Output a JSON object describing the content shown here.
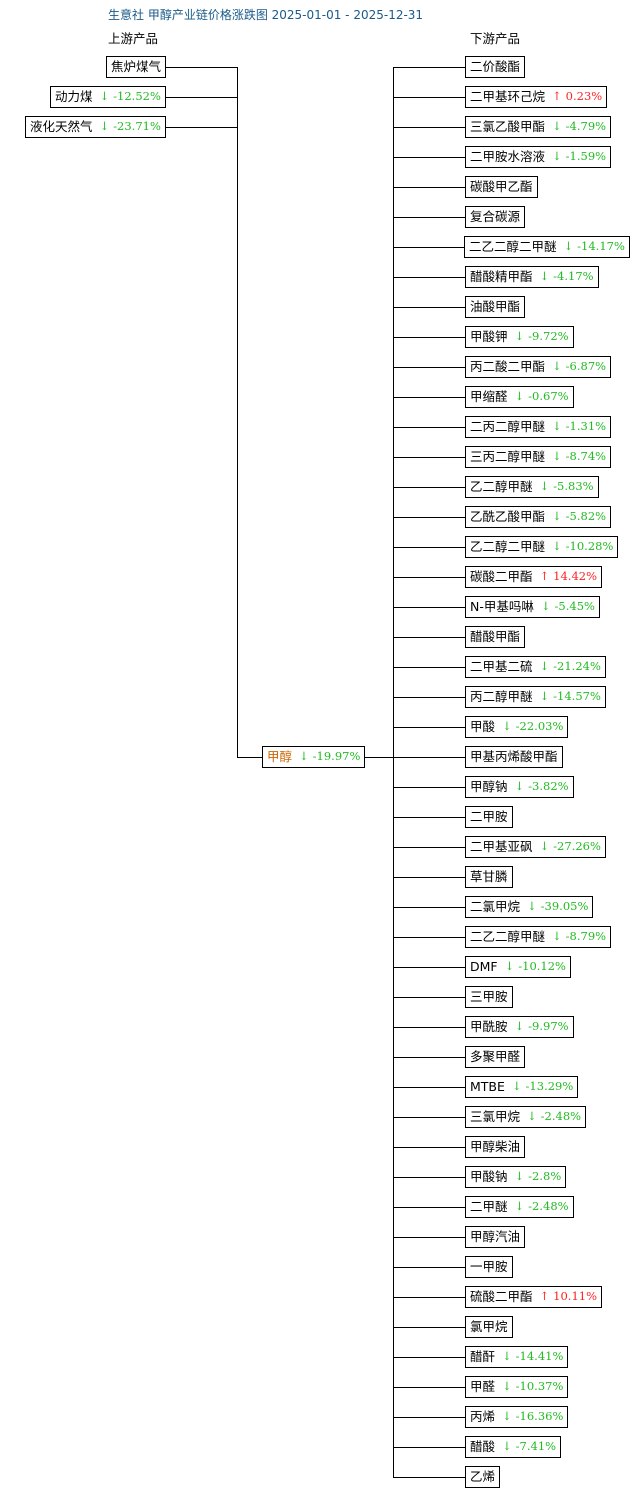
{
  "title": "生意社 甲醇产业链价格涨跌图 2025-01-01 - 2025-12-31",
  "upstream_label": "上游产品",
  "downstream_label": "下游产品",
  "colors": {
    "down": "#22bb22",
    "up": "#ff2222",
    "center_name": "#cc6600",
    "title": "#1a5a8a"
  },
  "center": {
    "name": "甲醇",
    "dir": "down",
    "change": "-19.97%"
  },
  "upstream": [
    {
      "name": "焦炉煤气",
      "dir": "",
      "change": ""
    },
    {
      "name": "动力煤",
      "dir": "down",
      "change": "-12.52%"
    },
    {
      "name": "液化天然气",
      "dir": "down",
      "change": "-23.71%"
    }
  ],
  "downstream": [
    {
      "name": "二价酸酯",
      "dir": "",
      "change": ""
    },
    {
      "name": "二甲基环己烷",
      "dir": "up",
      "change": "0.23%"
    },
    {
      "name": "三氯乙酸甲酯",
      "dir": "down",
      "change": "-4.79%"
    },
    {
      "name": "二甲胺水溶液",
      "dir": "down",
      "change": "-1.59%"
    },
    {
      "name": "碳酸甲乙酯",
      "dir": "",
      "change": ""
    },
    {
      "name": "复合碳源",
      "dir": "",
      "change": ""
    },
    {
      "name": "二乙二醇二甲醚",
      "dir": "down",
      "change": "-14.17%"
    },
    {
      "name": "醋酸精甲酯",
      "dir": "down",
      "change": "-4.17%"
    },
    {
      "name": "油酸甲酯",
      "dir": "",
      "change": ""
    },
    {
      "name": "甲酸钾",
      "dir": "down",
      "change": "-9.72%"
    },
    {
      "name": "丙二酸二甲酯",
      "dir": "down",
      "change": "-6.87%"
    },
    {
      "name": "甲缩醛",
      "dir": "down",
      "change": "-0.67%"
    },
    {
      "name": "二丙二醇甲醚",
      "dir": "down",
      "change": "-1.31%"
    },
    {
      "name": "三丙二醇甲醚",
      "dir": "down",
      "change": "-8.74%"
    },
    {
      "name": "乙二醇甲醚",
      "dir": "down",
      "change": "-5.83%"
    },
    {
      "name": "乙酰乙酸甲酯",
      "dir": "down",
      "change": "-5.82%"
    },
    {
      "name": "乙二醇二甲醚",
      "dir": "down",
      "change": "-10.28%"
    },
    {
      "name": "碳酸二甲酯",
      "dir": "up",
      "change": "14.42%"
    },
    {
      "name": "N-甲基吗啉",
      "dir": "down",
      "change": "-5.45%"
    },
    {
      "name": "醋酸甲酯",
      "dir": "",
      "change": ""
    },
    {
      "name": "二甲基二硫",
      "dir": "down",
      "change": "-21.24%"
    },
    {
      "name": "丙二醇甲醚",
      "dir": "down",
      "change": "-14.57%"
    },
    {
      "name": "甲酸",
      "dir": "down",
      "change": "-22.03%"
    },
    {
      "name": "甲基丙烯酸甲酯",
      "dir": "",
      "change": ""
    },
    {
      "name": "甲醇钠",
      "dir": "down",
      "change": "-3.82%"
    },
    {
      "name": "二甲胺",
      "dir": "",
      "change": ""
    },
    {
      "name": "二甲基亚砜",
      "dir": "down",
      "change": "-27.26%"
    },
    {
      "name": "草甘膦",
      "dir": "",
      "change": ""
    },
    {
      "name": "二氯甲烷",
      "dir": "down",
      "change": "-39.05%"
    },
    {
      "name": "二乙二醇甲醚",
      "dir": "down",
      "change": "-8.79%"
    },
    {
      "name": "DMF",
      "dir": "down",
      "change": "-10.12%"
    },
    {
      "name": "三甲胺",
      "dir": "",
      "change": ""
    },
    {
      "name": "甲酰胺",
      "dir": "down",
      "change": "-9.97%"
    },
    {
      "name": "多聚甲醛",
      "dir": "",
      "change": ""
    },
    {
      "name": "MTBE",
      "dir": "down",
      "change": "-13.29%"
    },
    {
      "name": "三氯甲烷",
      "dir": "down",
      "change": "-2.48%"
    },
    {
      "name": "甲醇柴油",
      "dir": "",
      "change": ""
    },
    {
      "name": "甲酸钠",
      "dir": "down",
      "change": "-2.8%"
    },
    {
      "name": "二甲醚",
      "dir": "down",
      "change": "-2.48%"
    },
    {
      "name": "甲醇汽油",
      "dir": "",
      "change": ""
    },
    {
      "name": "一甲胺",
      "dir": "",
      "change": ""
    },
    {
      "name": "硫酸二甲酯",
      "dir": "up",
      "change": "10.11%"
    },
    {
      "name": "氯甲烷",
      "dir": "",
      "change": ""
    },
    {
      "name": "醋酐",
      "dir": "down",
      "change": "-14.41%"
    },
    {
      "name": "甲醛",
      "dir": "down",
      "change": "-10.37%"
    },
    {
      "name": "丙烯",
      "dir": "down",
      "change": "-16.36%"
    },
    {
      "name": "醋酸",
      "dir": "down",
      "change": "-7.41%"
    },
    {
      "name": "乙烯",
      "dir": "",
      "change": ""
    }
  ]
}
